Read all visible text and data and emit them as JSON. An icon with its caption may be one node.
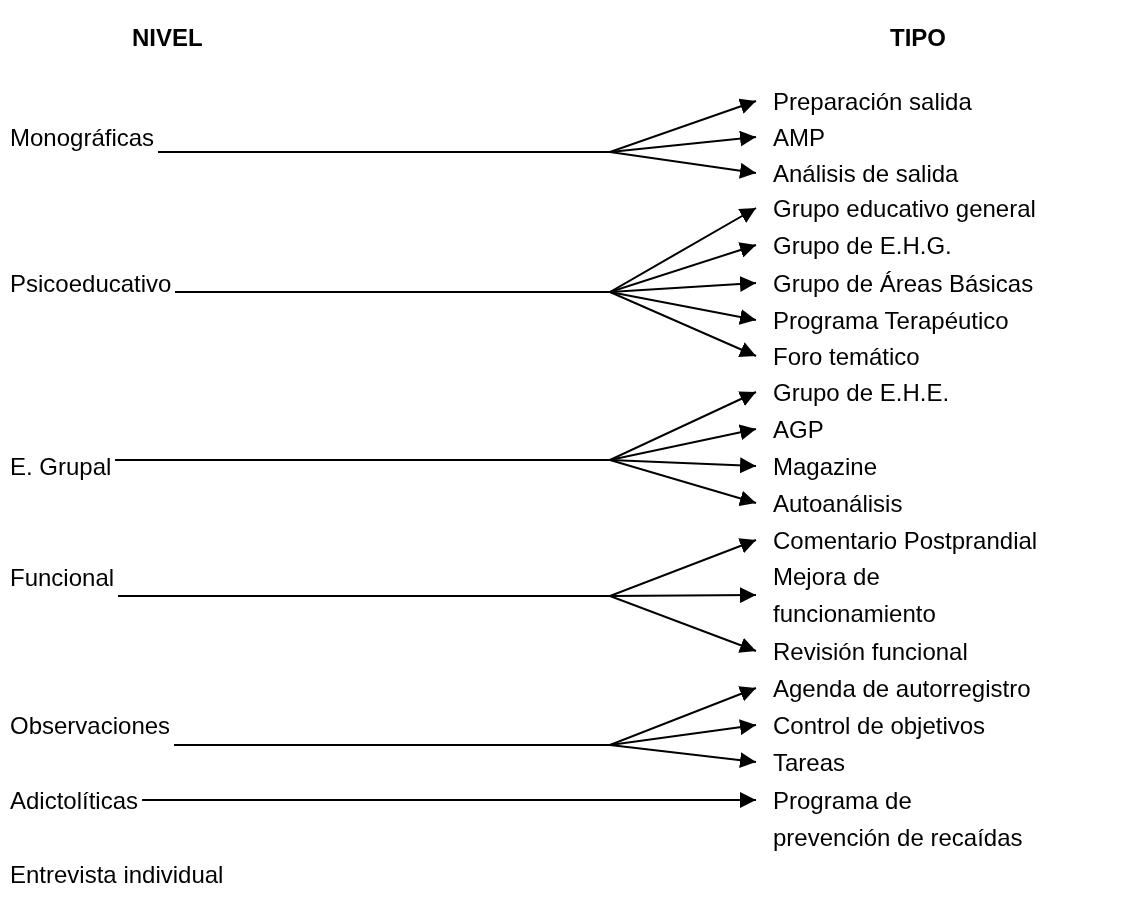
{
  "diagram": {
    "nodes": [
      {
        "text": [
          "Monográficas"
        ]
      },
      {
        "text": [
          "Psicoeducativo"
        ]
      },
      {
        "text": [
          "E. Grupal"
        ]
      },
      {
        "text": [
          "Funcional"
        ]
      },
      {
        "text": [
          "Observaciones"
        ]
      },
      {
        "text": [
          "Adictolíticas"
        ]
      },
      {
        "text": [
          "Entrevista individual"
        ]
      },
      {
        "text": [
          "Preparación salida"
        ]
      },
      {
        "text": [
          "AMP"
        ]
      },
      {
        "text": [
          "Análisis de salida"
        ]
      },
      {
        "text": [
          "Grupo educativo general"
        ]
      },
      {
        "text": [
          "Grupo de E.H.G."
        ]
      },
      {
        "text": [
          "Grupo de Áreas Básicas"
        ]
      },
      {
        "text": [
          "Programa Terapéutico"
        ]
      },
      {
        "text": [
          "Foro temático"
        ]
      },
      {
        "text": [
          "Grupo de E.H.E."
        ]
      },
      {
        "text": [
          "AGP"
        ]
      },
      {
        "text": [
          "Magazine"
        ]
      },
      {
        "text": [
          "Autoanálisis"
        ]
      },
      {
        "text": [
          "Comentario Postprandial"
        ]
      },
      {
        "text": [
          "Mejora de funcionamiento"
        ]
      },
      {
        "text": [
          "Revisión funcional"
        ]
      },
      {
        "text": [
          "Agenda de autorregistro"
        ]
      },
      {
        "text": [
          "Control de objetivos"
        ]
      },
      {
        "text": [
          "Tareas"
        ]
      },
      {
        "text": [
          "Programa de prevención de recaídas"
        ]
      }
    ],
    "edges": [
      {
        "from": 0,
        "to": 7,
        "arrow": "to"
      },
      {
        "from": 0,
        "to": 8,
        "arrow": "to"
      },
      {
        "from": 0,
        "to": 9,
        "arrow": "to"
      },
      {
        "from": 1,
        "to": 10,
        "arrow": "to"
      },
      {
        "from": 1,
        "to": 11,
        "arrow": "to"
      },
      {
        "from": 1,
        "to": 12,
        "arrow": "to"
      },
      {
        "from": 1,
        "to": 13,
        "arrow": "to"
      },
      {
        "from": 1,
        "to": 14,
        "arrow": "to"
      },
      {
        "from": 2,
        "to": 15,
        "arrow": "to"
      },
      {
        "from": 2,
        "to": 16,
        "arrow": "to"
      },
      {
        "from": 2,
        "to": 17,
        "arrow": "to"
      },
      {
        "from": 2,
        "to": 18,
        "arrow": "to"
      },
      {
        "from": 3,
        "to": 19,
        "arrow": "to"
      },
      {
        "from": 3,
        "to": 20,
        "arrow": "to"
      },
      {
        "from": 3,
        "to": 21,
        "arrow": "to"
      },
      {
        "from": 4,
        "to": 22,
        "arrow": "to"
      },
      {
        "from": 4,
        "to": 23,
        "arrow": "to"
      },
      {
        "from": 4,
        "to": 24,
        "arrow": "to"
      },
      {
        "from": 5,
        "to": 25,
        "arrow": "to"
      }
    ],
    "labels": [
      "NIVEL",
      "TIPO"
    ]
  }
}
